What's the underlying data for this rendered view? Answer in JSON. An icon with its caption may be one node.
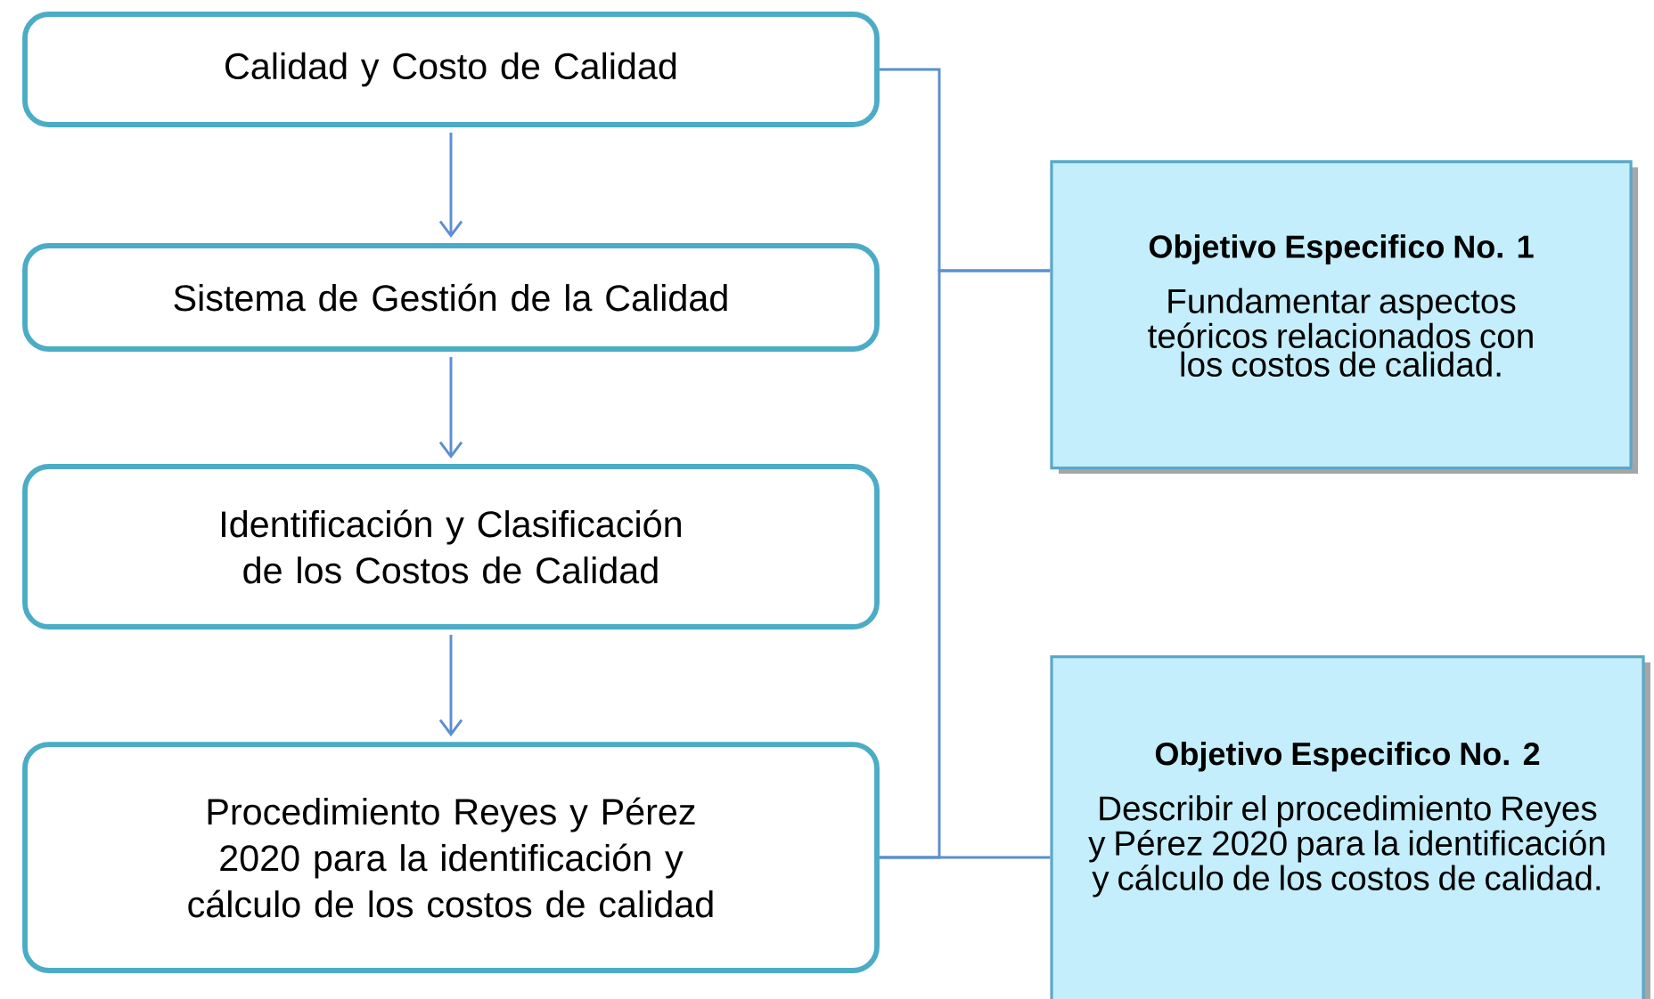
{
  "diagram": {
    "nodes": [
      {
        "text": [
          "Calidad y Costo de Calidad"
        ]
      },
      {
        "text": [
          "Sistema de Gestión de la Calidad"
        ]
      },
      {
        "text": [
          "Identificación y Clasificación de los Costos de Calidad"
        ]
      },
      {
        "text": [
          "Procedimiento Reyes y Pérez  2020 para la identificación y cálculo de los costos de calidad"
        ]
      },
      {
        "text": [
          "Objetivo Especifico No. 1",
          "Fundamentar aspectos teóricos relacionados con los costos de calidad."
        ]
      },
      {
        "text": [
          "Objetivo Especifico No. 2",
          "Describir el procedimiento Reyes y Pérez 2020 para la identificación y cálculo de los costos de calidad."
        ]
      }
    ],
    "edges": [
      {
        "from": 0,
        "to": 1,
        "arrow": "to"
      },
      {
        "from": 1,
        "to": 2,
        "arrow": "to"
      },
      {
        "from": 2,
        "to": 3,
        "arrow": "to"
      },
      {
        "from": 0,
        "to": 4,
        "arrow": "none"
      },
      {
        "from": 3,
        "to": 4,
        "arrow": "none"
      },
      {
        "from": 3,
        "to": 5,
        "arrow": "none"
      }
    ]
  }
}
